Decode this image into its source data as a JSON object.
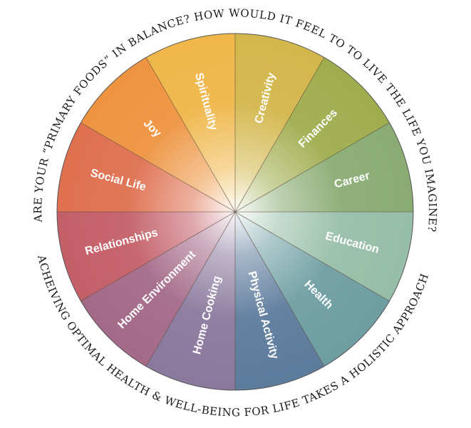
{
  "diagram": {
    "top_arc_text": "ARE YOUR “PRIMARY FOODS” IN BALANCE?  HOW WOULD IT FEEL TO TO LIVE THE LIFE YOU IMAGINE?",
    "bottom_arc_text": "ACHEIVING OPTIMAL HEALTH & WELL-BEING FOR LIFE TAKES A HOLISTIC APPROACH",
    "segments": [
      {
        "label": "Creativity",
        "color": "#d3b74c"
      },
      {
        "label": "Finances",
        "color": "#a0ad4e"
      },
      {
        "label": "Career",
        "color": "#8aac74"
      },
      {
        "label": "Education",
        "color": "#97bea8"
      },
      {
        "label": "Health",
        "color": "#6e9ea2"
      },
      {
        "label": "Physical Activity",
        "color": "#5d7b9c"
      },
      {
        "label": "Home Cooking",
        "color": "#8a799d"
      },
      {
        "label": "Home Environment",
        "color": "#a46a88"
      },
      {
        "label": "Relationships",
        "color": "#c45f68"
      },
      {
        "label": "Social Life",
        "color": "#df7050"
      },
      {
        "label": "Joy",
        "color": "#ee9440"
      },
      {
        "label": "Spirituality",
        "color": "#efb74a"
      }
    ]
  }
}
